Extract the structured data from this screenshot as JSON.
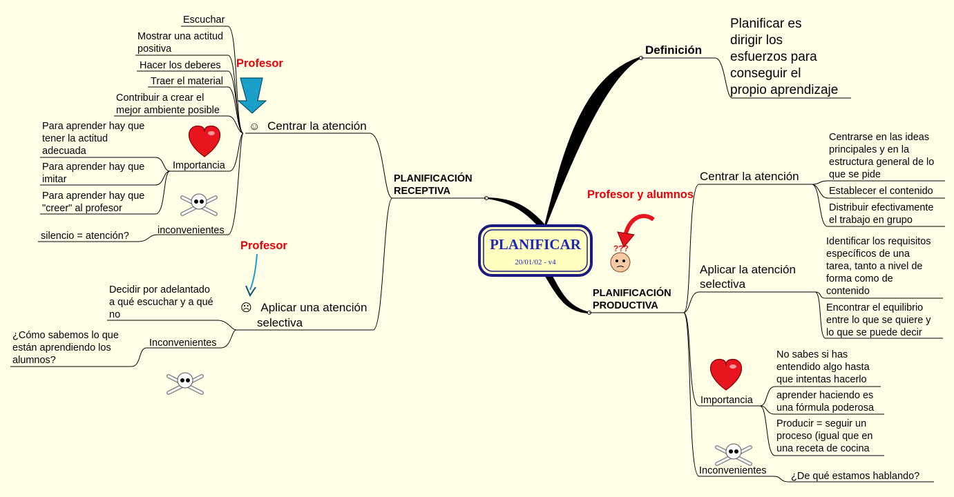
{
  "center": {
    "title": "PLANIFICAR",
    "subtitle": "20/01/02 - v4"
  },
  "definition": {
    "label": "Definición",
    "lines": [
      "Planificar es",
      "dirigir los",
      "esfuerzos para",
      "conseguir el",
      "propio aprendizaje"
    ]
  },
  "receptiva": {
    "label_lines": [
      "PLANIFICACIÓN",
      "RECEPTIVA"
    ],
    "profesor_label": "Profesor",
    "centrar": {
      "smiley": "☺",
      "label": "Centrar la atención",
      "items": [
        {
          "lines": [
            "Escuchar"
          ]
        },
        {
          "lines": [
            "Mostrar una actitud",
            "positiva"
          ]
        },
        {
          "lines": [
            "Hacer los deberes"
          ]
        },
        {
          "lines": [
            "Traer el material"
          ]
        },
        {
          "lines": [
            "Contribuir a crear el",
            "mejor ambiente posible"
          ]
        }
      ],
      "importancia": {
        "label": "Importancia",
        "items": [
          {
            "lines": [
              "Para aprender hay que",
              "tener la actitud",
              "adecuada"
            ]
          },
          {
            "lines": [
              "Para aprender hay que",
              "imitar"
            ]
          },
          {
            "lines": [
              "Para aprender hay que",
              "\"creer\" al profesor"
            ]
          }
        ]
      },
      "inconvenientes": {
        "label": "inconvenientes",
        "items": [
          {
            "lines": [
              "silencio = atención?"
            ]
          }
        ]
      }
    },
    "aplicar": {
      "profesor_label": "Profesor",
      "frown": "☹",
      "label_lines": [
        "Aplicar una atención",
        "selectiva"
      ],
      "items": [
        {
          "lines": [
            "Decidir por adelantado",
            "a qué escuchar y a qué",
            "no"
          ]
        }
      ],
      "inconvenientes": {
        "label": "Inconvenientes",
        "items": [
          {
            "lines": [
              "¿Cómo sabemos lo que",
              "están aprendiendo los",
              "alumnos?"
            ]
          }
        ]
      }
    }
  },
  "productiva": {
    "label_lines": [
      "PLANIFICACIÓN",
      "PRODUCTIVA"
    ],
    "profesor_alumnos_label": "Profesor y alumnos",
    "centrar": {
      "label": "Centrar la atención",
      "items": [
        {
          "lines": [
            "Centrarse en las ideas",
            "principales y en la",
            "estructura general de lo",
            "que se pide"
          ]
        },
        {
          "lines": [
            "Establecer el contenido"
          ]
        },
        {
          "lines": [
            "Distribuir efectivamente",
            "el trabajo en grupo"
          ]
        }
      ]
    },
    "aplicar": {
      "label_lines": [
        "Aplicar la atención",
        "selectiva"
      ],
      "items": [
        {
          "lines": [
            "Identificar los requisitos",
            "específicos de una",
            "tarea, tanto a nivel de",
            "forma como de",
            "contenido"
          ]
        },
        {
          "lines": [
            "Encontrar el equilibrio",
            "entre lo que se quiere y",
            "lo que se puede decir"
          ]
        }
      ]
    },
    "importancia": {
      "label": "Importancia",
      "items": [
        {
          "lines": [
            "No sabes si has",
            "entendido algo hasta",
            "que intentas hacerlo"
          ]
        },
        {
          "lines": [
            "aprender haciendo es",
            "una fórmula poderosa"
          ]
        },
        {
          "lines": [
            "Producir = seguir un",
            "proceso (igual que en",
            "una receta de cocina"
          ]
        }
      ]
    },
    "inconvenientes": {
      "label": "Inconvenientes",
      "items": [
        {
          "lines": [
            "¿De qué estamos hablando?"
          ]
        }
      ]
    }
  },
  "colors": {
    "background": "#FFFFE8",
    "line": "#000000",
    "red_label": "#E8000A",
    "center_fill": "#FFFFC0",
    "center_border": "#1A1A80",
    "center_text": "#1E28B4",
    "heart": "#E8141E",
    "arrow_blue": "#1AA0C8",
    "arrow_red": "#E8141E"
  }
}
